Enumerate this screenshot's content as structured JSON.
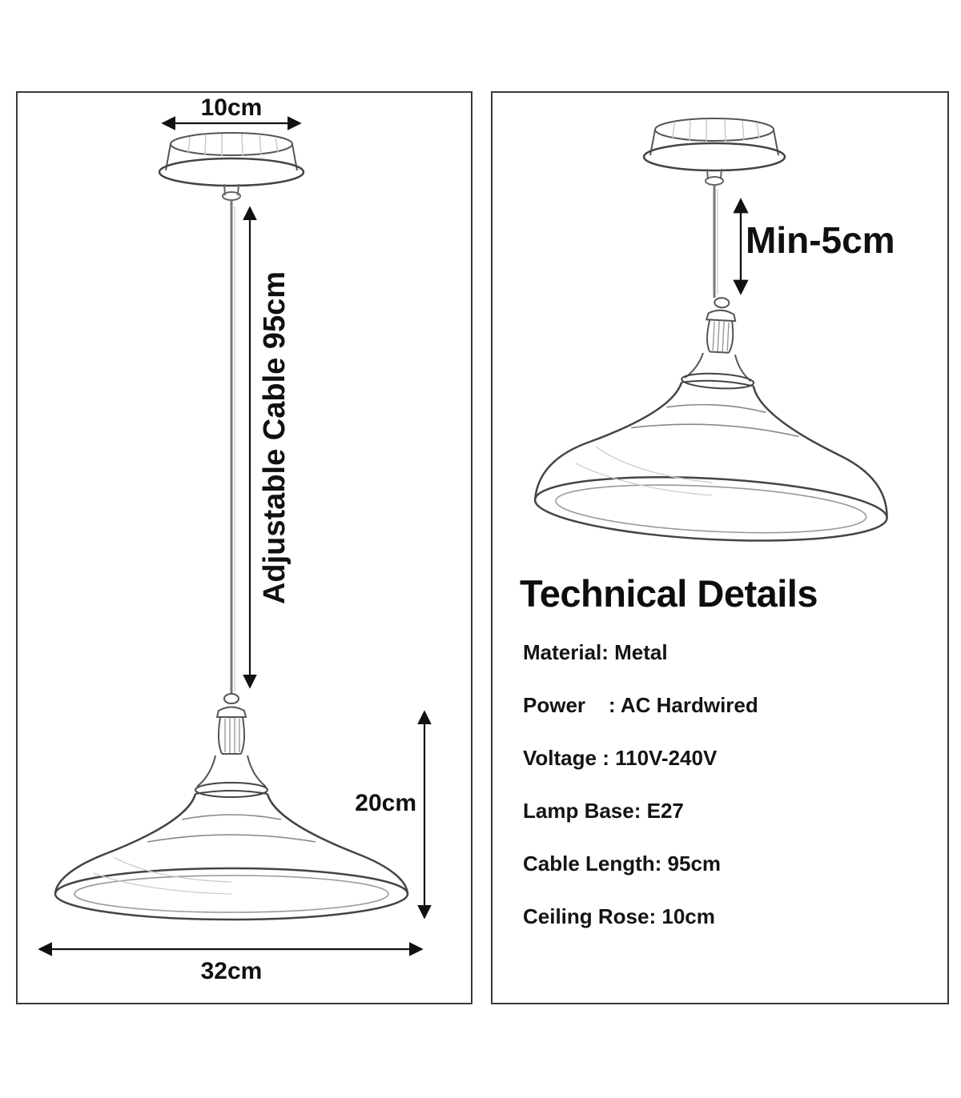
{
  "page": {
    "background": "#ffffff",
    "ink": "#111111",
    "sketch_stroke": "#555555"
  },
  "left_panel": {
    "labels": {
      "ceiling_rose_width": "10cm",
      "cable": "Adjustable Cable 95cm",
      "shade_height": "20cm",
      "shade_width": "32cm"
    }
  },
  "right_panel": {
    "labels": {
      "min_drop": "Min-5cm"
    },
    "title": "Technical Details",
    "specs": [
      "Material: Metal",
      "Power    : AC Hardwired",
      "Voltage : 110V-240V",
      "Lamp Base: E27",
      "Cable Length: 95cm",
      "Ceiling Rose: 10cm"
    ]
  }
}
